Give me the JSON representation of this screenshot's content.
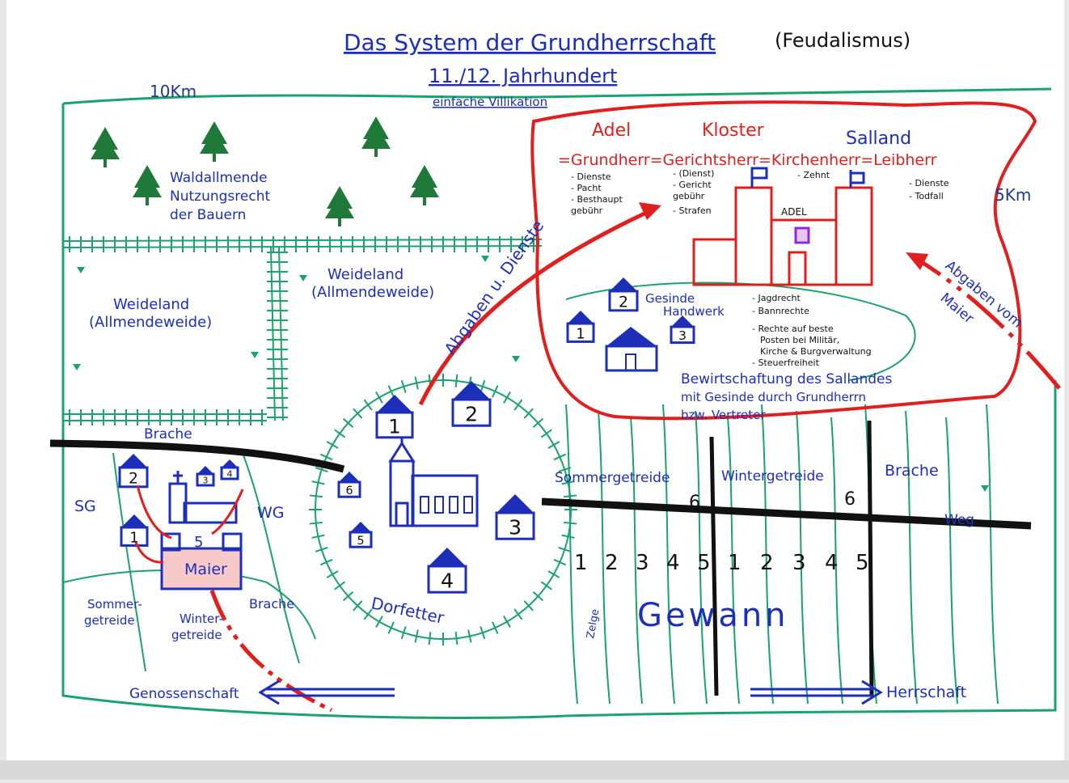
{
  "title": "Das System der Grundherrschaft",
  "title_suffix": "(Feudalismus)",
  "subtitle": "11./12. Jahrhundert",
  "subtitle2": "einfache Villikation",
  "scale_10km": "10Km",
  "scale_5km": "5Km",
  "forest_label": [
    "Waldallmende",
    "Nutzungsrecht",
    "der Bauern"
  ],
  "pasture_left": [
    "Weideland",
    "(Allmendeweide)"
  ],
  "pasture_mid": [
    "Weideland",
    "(Allmendeweide)"
  ],
  "brache_top": "Brache",
  "sg": "SG",
  "wg": "WG",
  "maier": "Maier",
  "maier_num": "5",
  "sommergetreide_left": [
    "Sommer-",
    "getreide"
  ],
  "wintergetreide_left": [
    "Winter-",
    "getreide"
  ],
  "brache_left": "Brache",
  "dorfetter": "Dorfetter",
  "abgaben_dienste": "Abgaben u. Dienste",
  "abgaben_maier": [
    "Abgaben vom",
    "Maier"
  ],
  "adel": "Adel",
  "kloster": "Kloster",
  "salland": "Salland",
  "herr_line": "=Grundherr=Gerichtsherr=Kirchenherr=Leibherr",
  "col1": [
    "- Dienste",
    "- Pacht",
    "- Besthaupt",
    "  gebühr"
  ],
  "col2": [
    "- (Dienst)",
    "- Gericht",
    "  gebühr",
    "- Strafen"
  ],
  "col3": [
    "- Zehnt"
  ],
  "col4": [
    "- Dienste",
    "- Todfall"
  ],
  "castle_label": "ADEL",
  "gesinde": "Gesinde",
  "handwerk": "Handwerk",
  "rights": [
    "- Jagdrecht",
    "- Bannrechte",
    "- Rechte auf beste",
    "  Posten bei Militär,",
    "  Kirche & Burgverwaltung",
    "- Steuerfreiheit"
  ],
  "bewirtschaftung": [
    "Bewirtschaftung des Sallandes",
    "mit Gesinde durch Grundherrn",
    "bzw. Vertreter"
  ],
  "sommergetreide": "Sommergetreide",
  "wintergetreide": "Wintergetreide",
  "brache_right": "Brache",
  "weg": "Weg",
  "six": "6",
  "zelge": "Zelge",
  "strip_numbers": [
    "1",
    "2",
    "3",
    "4",
    "5",
    "1",
    "2",
    "3",
    "4",
    "5"
  ],
  "gewann": "Gewann",
  "genossenschaft": "Genossenschaft",
  "herrschaft": "Herrschaft",
  "houses_village": [
    "1",
    "2",
    "3",
    "4",
    "5",
    "6"
  ],
  "houses_small": [
    "1",
    "2",
    "3",
    "4"
  ],
  "houses_salland": [
    "1",
    "2",
    "3"
  ],
  "colors": {
    "blue": "#1d2fb8",
    "red": "#e0201e",
    "green": "#1aa36a",
    "black": "#111111",
    "tree": "#1f7a3a"
  }
}
